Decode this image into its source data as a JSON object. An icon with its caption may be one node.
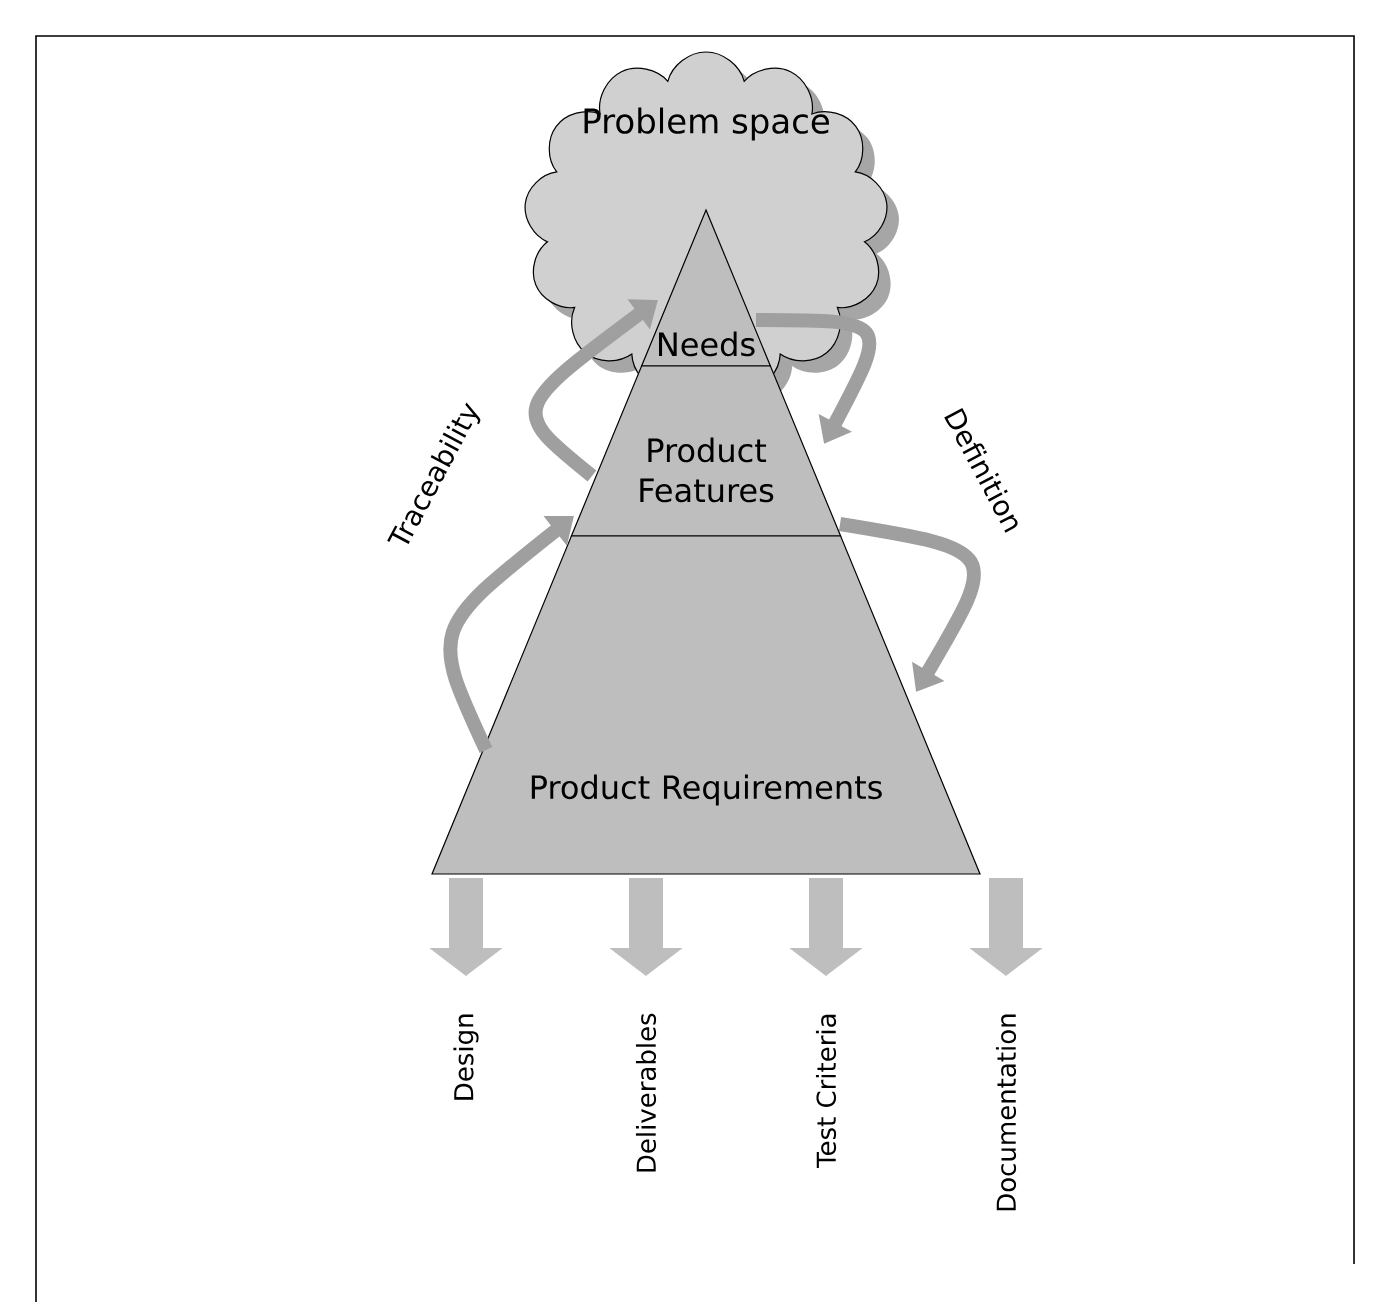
{
  "diagram": {
    "nodes": [
      {
        "text": [
          "Problem space"
        ]
      },
      {
        "text": [
          "Needs"
        ],
        "in": 0
      },
      {
        "text": [
          "Product Features"
        ]
      },
      {
        "text": [
          "Product Requirements"
        ]
      },
      {
        "text": [
          "Design"
        ]
      },
      {
        "text": [
          "Deliverables"
        ]
      },
      {
        "text": [
          "Test Criteria"
        ]
      },
      {
        "text": [
          "Documentation"
        ]
      }
    ],
    "edges": [
      {
        "from": 3,
        "to": 2,
        "arrow": "to"
      },
      {
        "from": 2,
        "to": 1,
        "arrow": "to"
      },
      {
        "from": 1,
        "to": 2,
        "arrow": "to"
      },
      {
        "from": 2,
        "to": 3,
        "arrow": "to"
      },
      {
        "from": 3,
        "to": 4,
        "arrow": "to",
        "style": "thick"
      },
      {
        "from": 3,
        "to": 5,
        "arrow": "to",
        "style": "thick"
      },
      {
        "from": 3,
        "to": 6,
        "arrow": "to",
        "style": "thick"
      },
      {
        "from": 3,
        "to": 7,
        "arrow": "to",
        "style": "thick"
      }
    ],
    "labels": [
      "Traceability",
      "Definition"
    ]
  }
}
